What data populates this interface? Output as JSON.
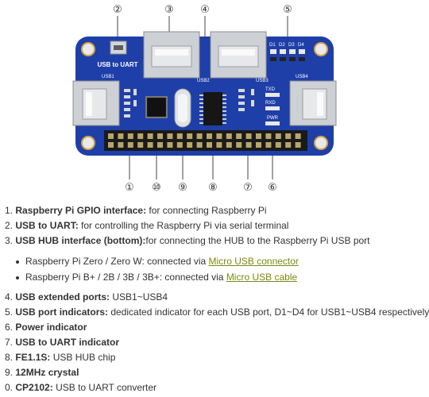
{
  "board": {
    "silk_usb_to_uart": "USB to UART",
    "silk_usb1": "USB1",
    "silk_usb2": "USB2",
    "silk_usb3": "USB3",
    "silk_usb4": "USB4",
    "silk_d1": "D1",
    "silk_d2": "D2",
    "silk_d3": "D3",
    "silk_d4": "D4",
    "silk_txd": "TXD",
    "silk_rxd": "RXD",
    "silk_pwr": "PWR"
  },
  "callouts": {
    "top": [
      "②",
      "③",
      "④",
      "⑤"
    ],
    "bottom": [
      "①",
      "⑩",
      "⑨",
      "⑧",
      "⑦",
      "⑥"
    ]
  },
  "items": [
    {
      "num": "1.",
      "term": "Raspberry Pi GPIO interface:",
      "text": " for connecting Raspberry Pi"
    },
    {
      "num": "2.",
      "term": "USB to UART:",
      "text": " for controlling the Raspberry Pi via serial terminal"
    },
    {
      "num": "3.",
      "term": "USB HUB interface (bottom):",
      "text": "for connecting the HUB to the Raspberry Pi USB port"
    },
    {
      "num": "4.",
      "term": "USB extended ports:",
      "text": " USB1~USB4"
    },
    {
      "num": "5.",
      "term": "USB port indicators:",
      "text": " dedicated indicator for each USB port, D1~D4 for USB1~USB4 respectively"
    },
    {
      "num": "6.",
      "term": "Power indicator",
      "text": ""
    },
    {
      "num": "7.",
      "term": "USB to UART indicator",
      "text": ""
    },
    {
      "num": "8.",
      "term": "FE1.1S:",
      "text": " USB HUB chip"
    },
    {
      "num": "9.",
      "term": "12MHz crystal",
      "text": ""
    },
    {
      "num": "0.",
      "term": "CP2102:",
      "text": " USB to UART converter"
    }
  ],
  "subitems": [
    {
      "text": "Raspberry Pi Zero / Zero W: connected via ",
      "link": "Micro USB connector"
    },
    {
      "text": "Raspberry Pi B+ / 2B / 3B / 3B+: connected via ",
      "link": "Micro USB cable"
    }
  ],
  "colors": {
    "pcb": "#1f3fa8",
    "silk": "#ffffff",
    "metal": "#c9ccd0",
    "header": "#1a1a1a",
    "link": "#7a8a10"
  }
}
